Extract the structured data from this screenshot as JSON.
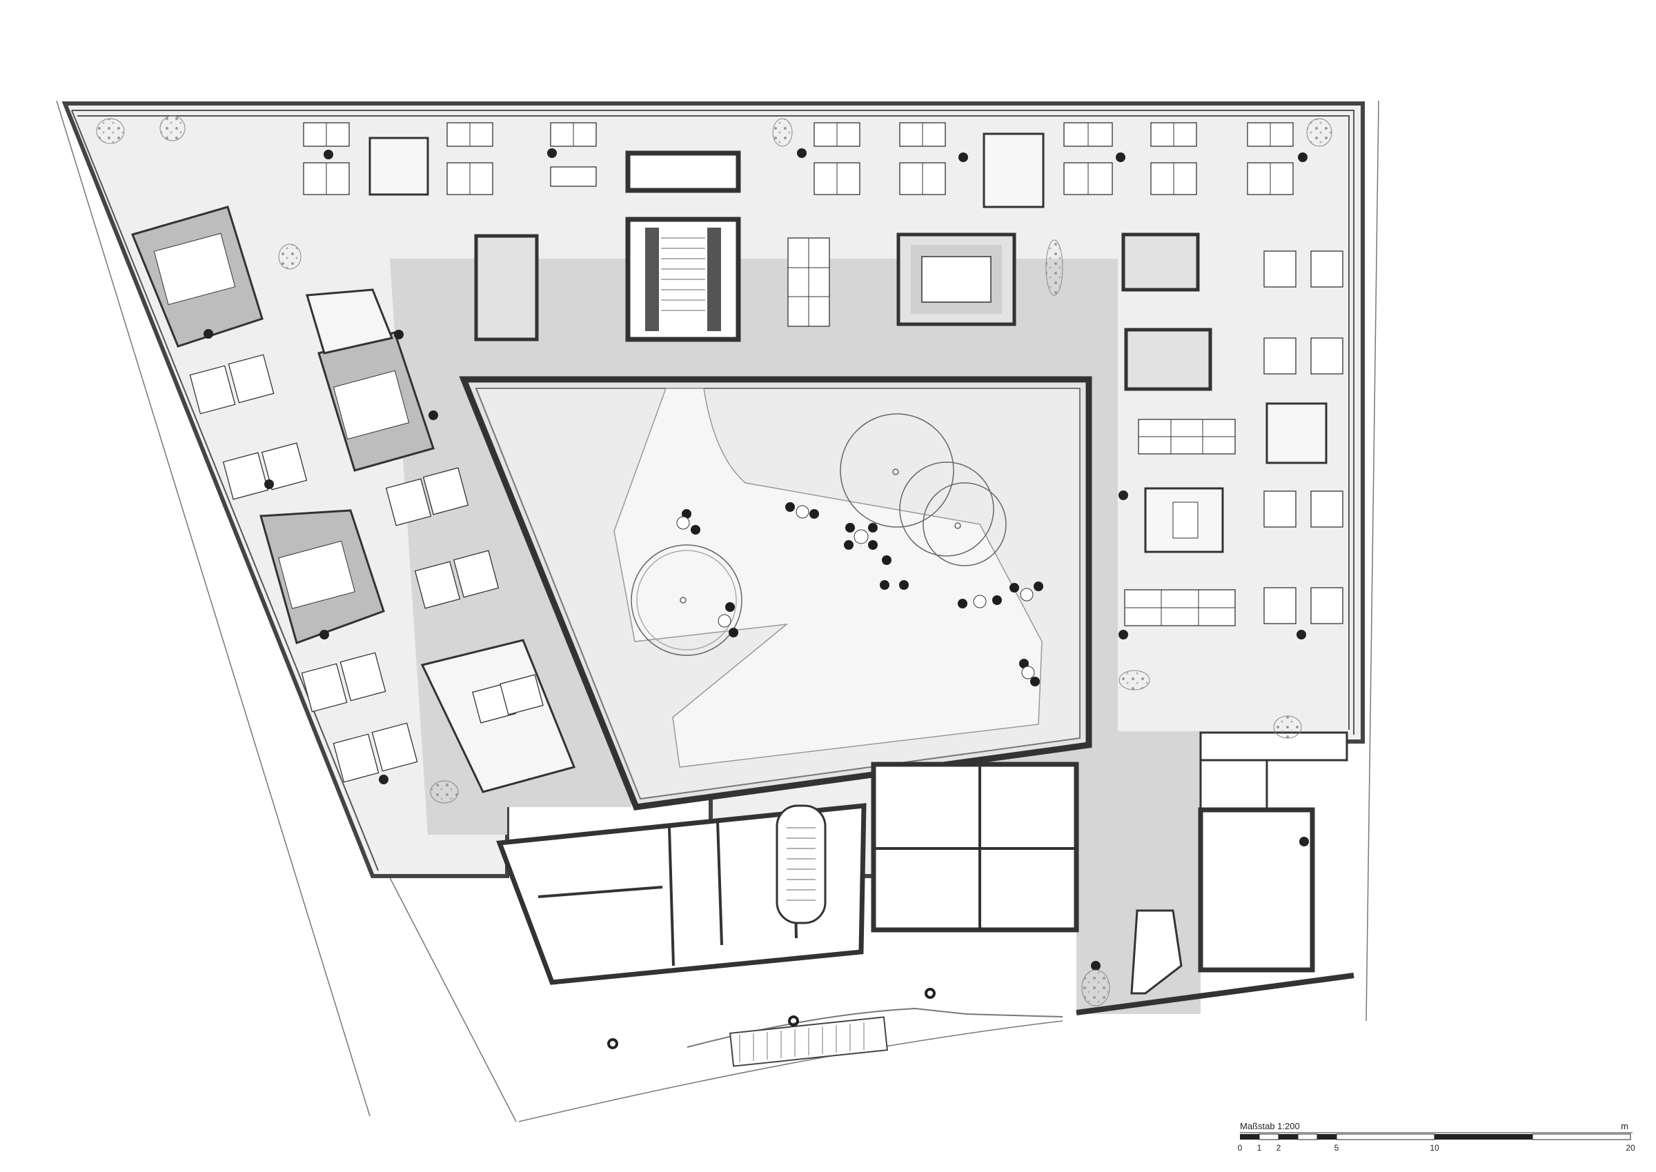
{
  "scale_bar": {
    "title": "Maßstab 1:200",
    "unit": "m",
    "ticks": [
      "0",
      "1",
      "2",
      "5",
      "10",
      "20"
    ]
  }
}
